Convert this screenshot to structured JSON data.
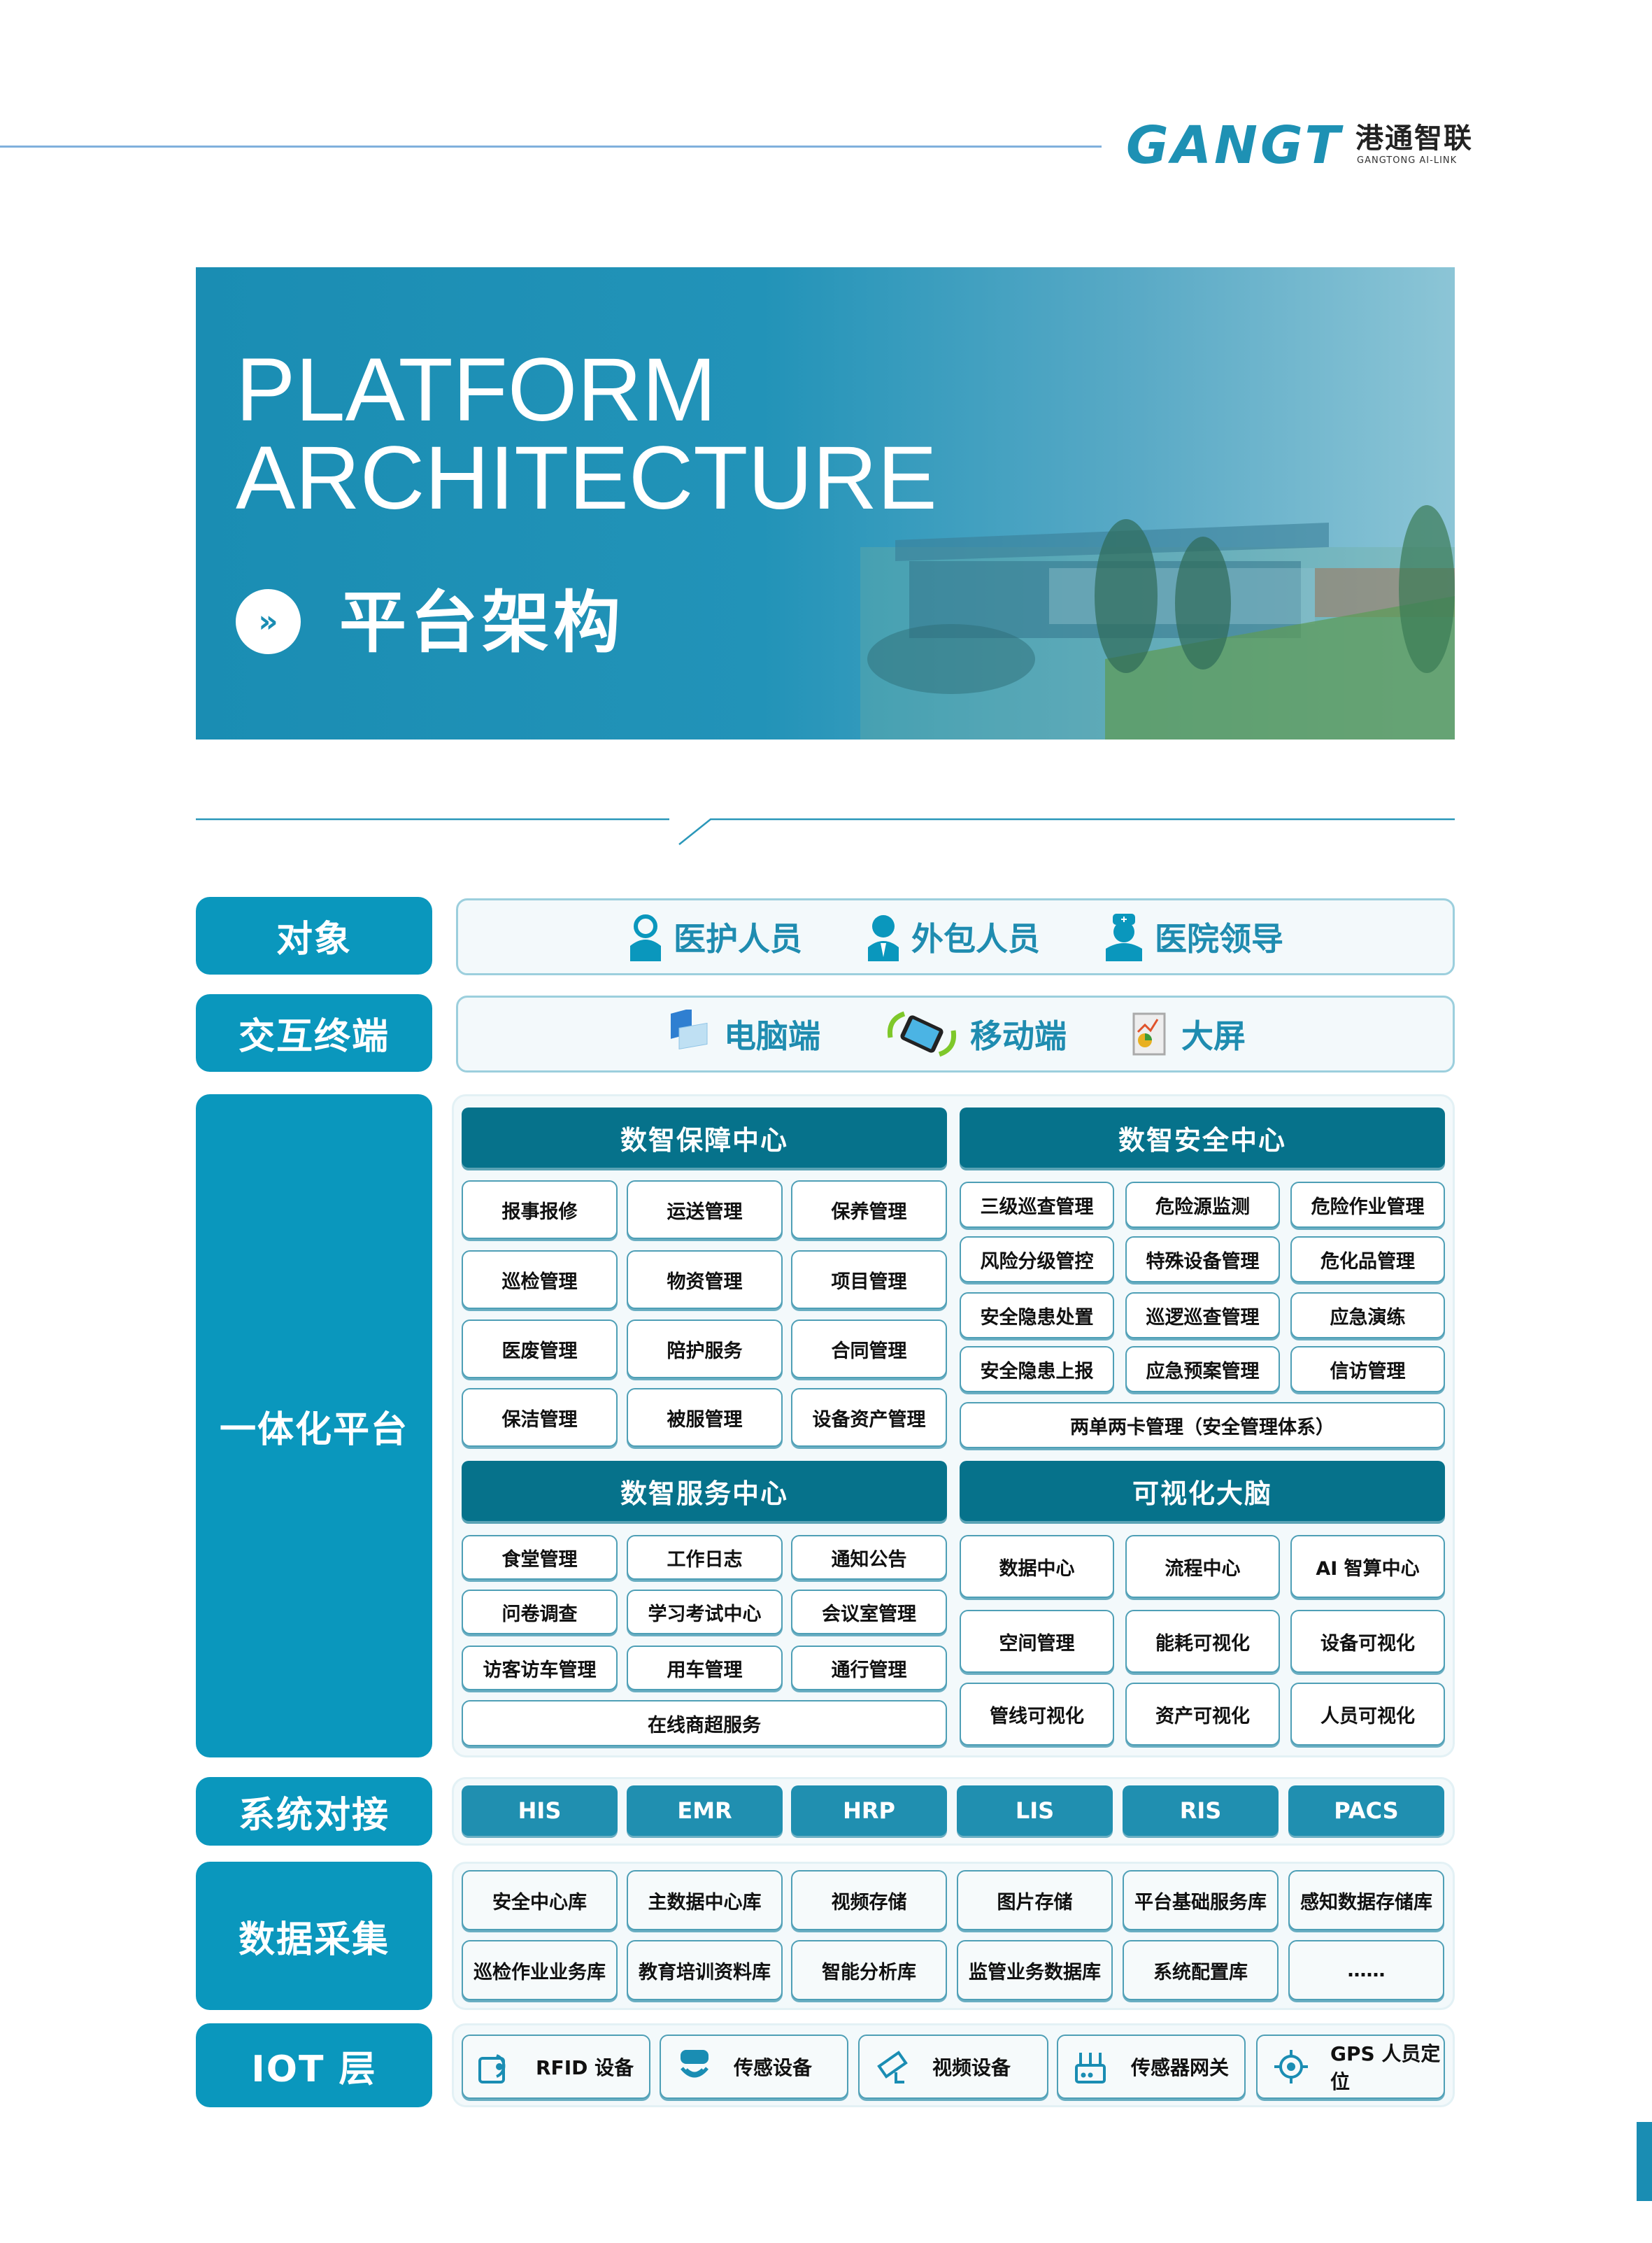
{
  "header": {
    "logo_en": "GANGT",
    "logo_cn": "港通智联",
    "logo_sub": "GANGTONG AI-LINK"
  },
  "banner": {
    "title_line1": "PLATFORM",
    "title_line2": "ARCHITECTURE",
    "title_cn": "平台架构",
    "icon": "double-chevron-right-icon"
  },
  "rows": {
    "objects": {
      "label": "对象",
      "items": [
        {
          "label": "医护人员",
          "icon": "nurse-icon"
        },
        {
          "label": "外包人员",
          "icon": "worker-icon"
        },
        {
          "label": "医院领导",
          "icon": "doctor-icon"
        }
      ]
    },
    "terminals": {
      "label": "交互终端",
      "items": [
        {
          "label": "电脑端",
          "icon": "computer-icon"
        },
        {
          "label": "移动端",
          "icon": "mobile-icon"
        },
        {
          "label": "大屏",
          "icon": "big-screen-icon"
        }
      ]
    },
    "platform": {
      "label": "一体化平台",
      "guarantee": {
        "title": "数智保障中心",
        "items": [
          "报事报修",
          "运送管理",
          "保养管理",
          "巡检管理",
          "物资管理",
          "项目管理",
          "医废管理",
          "陪护服务",
          "合同管理",
          "保洁管理",
          "被服管理",
          "设备资产管理"
        ]
      },
      "safety": {
        "title": "数智安全中心",
        "items": [
          "三级巡查管理",
          "危险源监测",
          "危险作业管理",
          "风险分级管控",
          "特殊设备管理",
          "危化品管理",
          "安全隐患处置",
          "巡逻巡查管理",
          "应急演练",
          "安全隐患上报",
          "应急预案管理",
          "信访管理",
          "两单两卡管理（安全管理体系）"
        ]
      },
      "service": {
        "title": "数智服务中心",
        "items": [
          "食堂管理",
          "工作日志",
          "通知公告",
          "问卷调查",
          "学习考试中心",
          "会议室管理",
          "访客访车管理",
          "用车管理",
          "通行管理",
          "在线商超服务"
        ]
      },
      "visual": {
        "title": "可视化大脑",
        "items": [
          "数据中心",
          "流程中心",
          "AI 智算中心",
          "空间管理",
          "能耗可视化",
          "设备可视化",
          "管线可视化",
          "资产可视化",
          "人员可视化"
        ]
      }
    },
    "integration": {
      "label": "系统对接",
      "items": [
        "HIS",
        "EMR",
        "HRP",
        "LIS",
        "RIS",
        "PACS"
      ]
    },
    "data": {
      "label": "数据采集",
      "items": [
        "安全中心库",
        "主数据中心库",
        "视频存储",
        "图片存储",
        "平台基础服务库",
        "感知数据存储库",
        "巡检作业业务库",
        "教育培训资料库",
        "智能分析库",
        "监管业务数据库",
        "系统配置库",
        "……"
      ]
    },
    "iot": {
      "label": "IOT 层",
      "items": [
        {
          "label": "RFID 设备",
          "icon": "rfid-icon"
        },
        {
          "label": "传感设备",
          "icon": "sensor-icon"
        },
        {
          "label": "视频设备",
          "icon": "camera-icon"
        },
        {
          "label": "传感器网关",
          "icon": "gateway-icon"
        },
        {
          "label": "GPS 人员定位",
          "icon": "gps-icon"
        }
      ]
    }
  },
  "colors": {
    "label_bg": "#0a97bd",
    "header_bg": "#06728b",
    "system_bg": "#208fb0",
    "accent": "#1e91b4"
  }
}
